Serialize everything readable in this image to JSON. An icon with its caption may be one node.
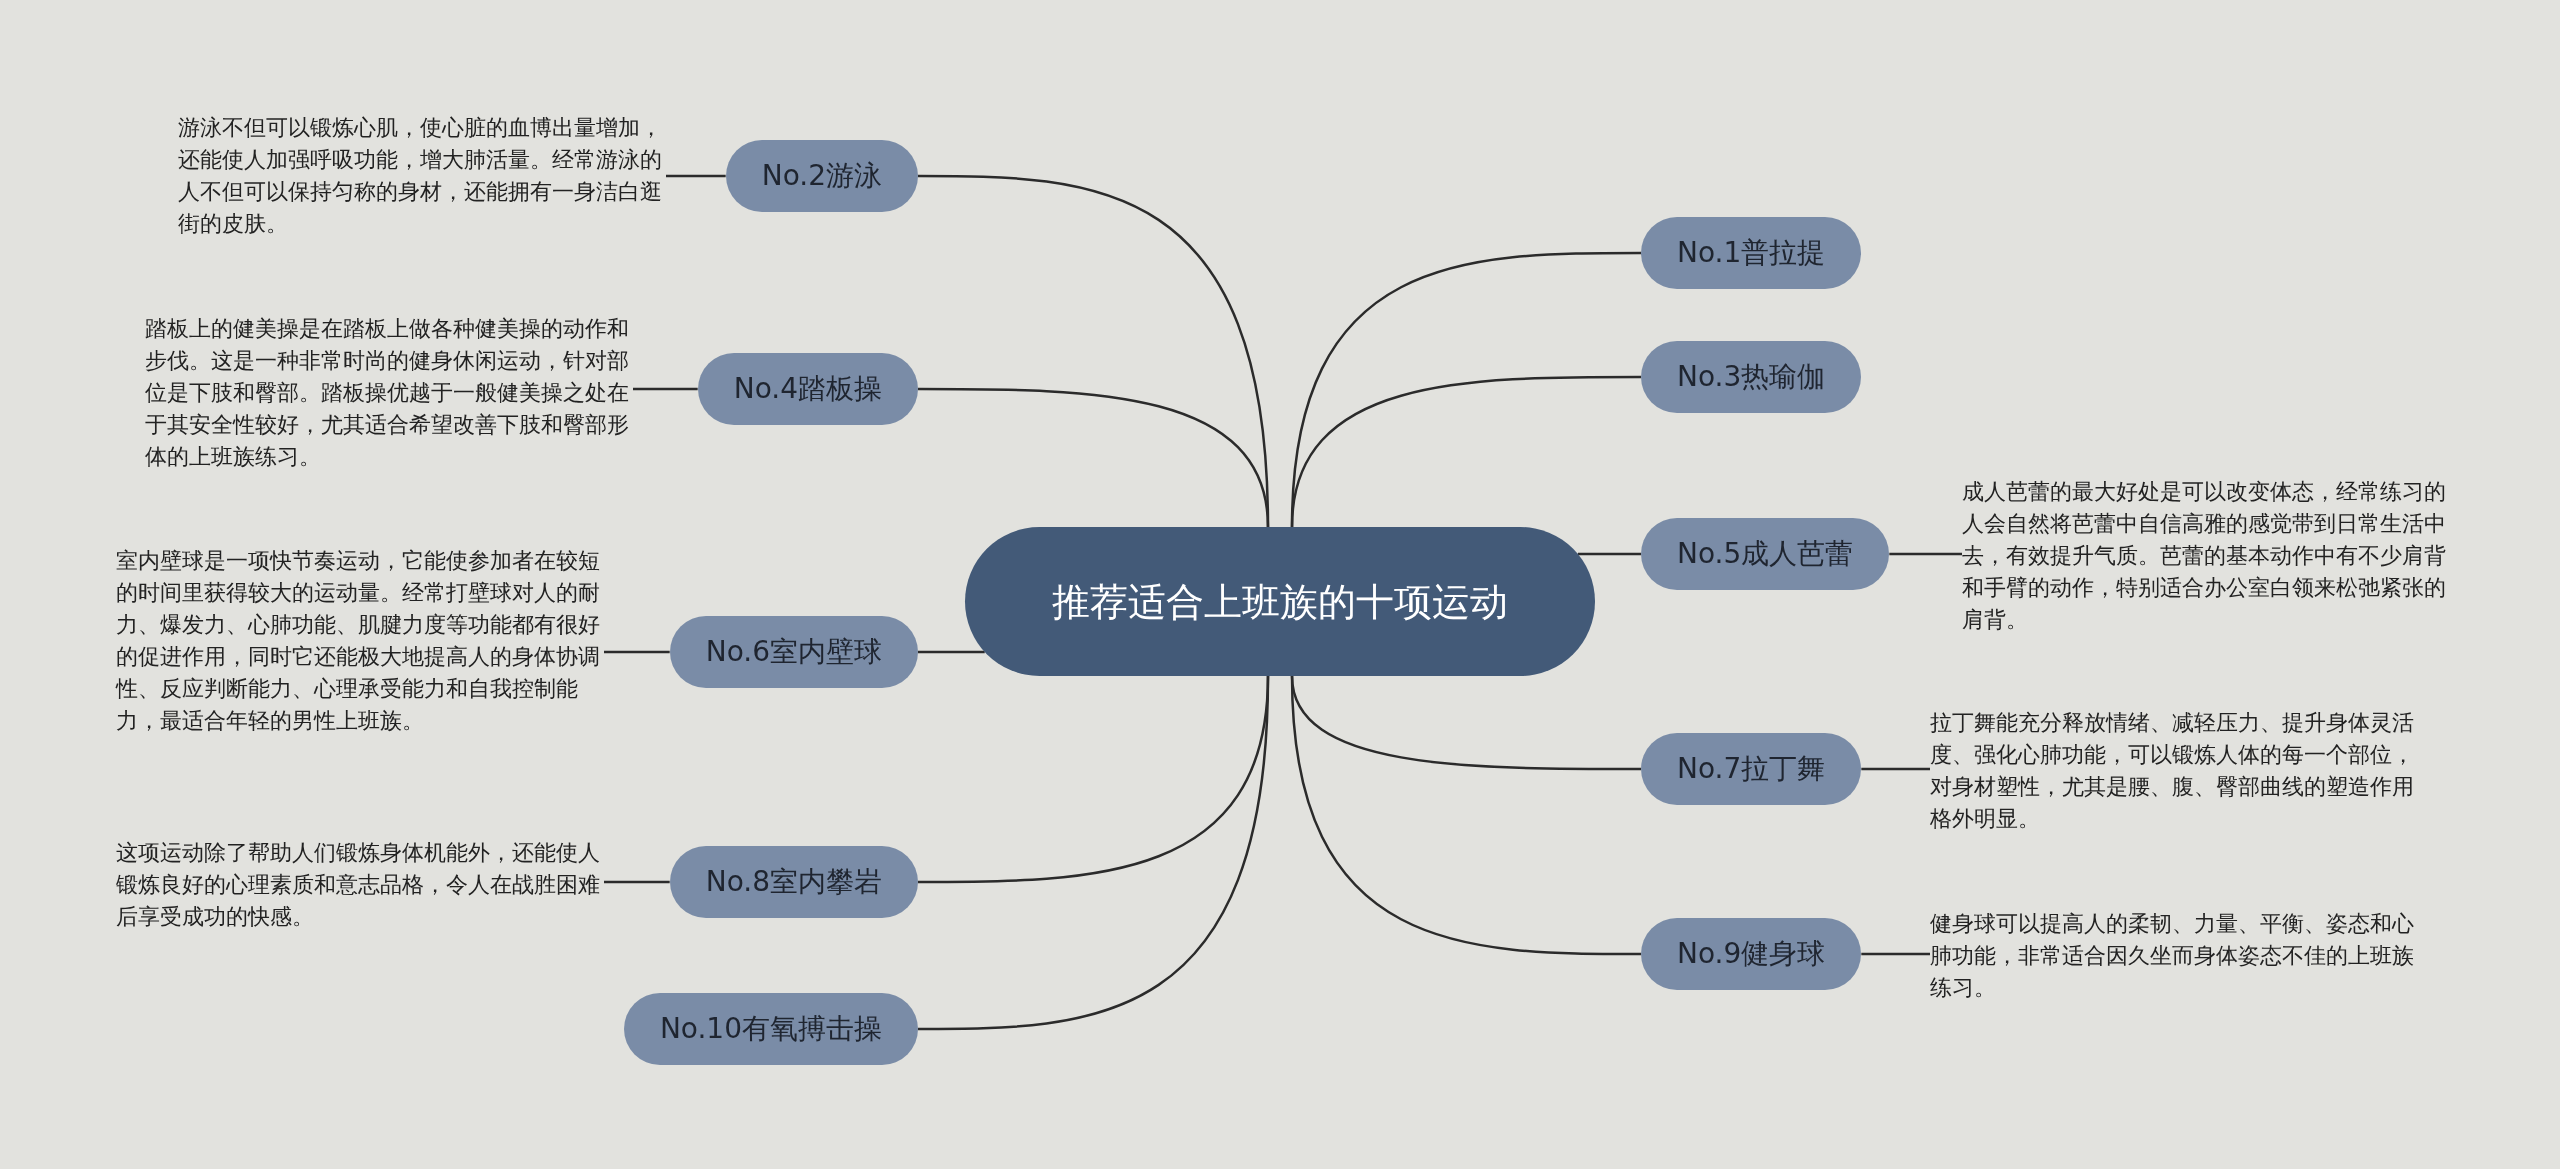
{
  "diagram": {
    "nodes": [
      {
        "text": [
          "推荐适合上班族的十项运动"
        ]
      },
      {
        "text": [
          "No.1普拉提"
        ]
      },
      {
        "text": [
          "No.2游泳"
        ]
      },
      {
        "text": [
          "No.3热瑜伽"
        ]
      },
      {
        "text": [
          "No.4踏板操"
        ]
      },
      {
        "text": [
          "No.5成人芭蕾"
        ]
      },
      {
        "text": [
          "No.6室内壁球"
        ]
      },
      {
        "text": [
          "No.7拉丁舞"
        ]
      },
      {
        "text": [
          "No.8室内攀岩"
        ]
      },
      {
        "text": [
          "No.9健身球"
        ]
      },
      {
        "text": [
          "No.10有氧搏击操"
        ]
      },
      {
        "text": [
          "游泳不但可以锻炼心肌，使心脏的血博出量增加，还能使人加强呼吸功能，增大肺活量。经常游泳的人不但可以保持匀称的身材，还能拥有一身洁白逛街的皮肤。"
        ]
      },
      {
        "text": [
          "踏板上的健美操是在踏板上做各种健美操的动作和步伐。这是一种非常时尚的健身休闲运动，针对部位是下肢和臀部。踏板操优越于一般健美操之处在于其安全性较好，尤其适合希望改善下肢和臀部形体的上班族练习。"
        ]
      },
      {
        "text": [
          "成人芭蕾的最大好处是可以改变体态，经常练习的人会自然将芭蕾中自信高雅的感觉带到日常生活中去，有效提升气质。芭蕾的基本动作中有不少肩背和手臂的动作，特别适合办公室白领来松弛紧张的肩背。"
        ]
      },
      {
        "text": [
          "室内壁球是一项快节奏运动，它能使参加者在较短的时间里获得较大的运动量。经常打壁球对人的耐力、爆发力、心肺功能、肌腱力度等功能都有很好的促进作用，同时它还能极大地提高人的身体协调性、反应判断能力、心理承受能力和自我控制能力，最适合年轻的男性上班族。"
        ]
      },
      {
        "text": [
          "拉丁舞能充分释放情绪、减轻压力、提升身体灵活度、强化心肺功能，可以锻炼人体的每一个部位，对身材塑性，尤其是腰、腹、臀部曲线的塑造作用格外明显。"
        ]
      },
      {
        "text": [
          "这项运动除了帮助人们锻炼身体机能外，还能使人锻炼良好的心理素质和意志品格，令人在战胜困难后享受成功的快感。"
        ]
      },
      {
        "text": [
          "健身球可以提高人的柔韧、力量、平衡、姿态和心肺功能，非常适合因久坐而身体姿态不佳的上班族练习。"
        ]
      }
    ],
    "edges": [
      {
        "from": 0,
        "to": 1,
        "arrow": "none"
      },
      {
        "from": 0,
        "to": 2,
        "arrow": "none"
      },
      {
        "from": 0,
        "to": 3,
        "arrow": "none"
      },
      {
        "from": 0,
        "to": 4,
        "arrow": "none"
      },
      {
        "from": 0,
        "to": 5,
        "arrow": "none"
      },
      {
        "from": 0,
        "to": 6,
        "arrow": "none"
      },
      {
        "from": 0,
        "to": 7,
        "arrow": "none"
      },
      {
        "from": 0,
        "to": 8,
        "arrow": "none"
      },
      {
        "from": 0,
        "to": 9,
        "arrow": "none"
      },
      {
        "from": 0,
        "to": 10,
        "arrow": "none"
      },
      {
        "from": 2,
        "to": 11,
        "arrow": "none"
      },
      {
        "from": 4,
        "to": 12,
        "arrow": "none"
      },
      {
        "from": 5,
        "to": 13,
        "arrow": "none"
      },
      {
        "from": 6,
        "to": 14,
        "arrow": "none"
      },
      {
        "from": 7,
        "to": 15,
        "arrow": "none"
      },
      {
        "from": 8,
        "to": 16,
        "arrow": "none"
      },
      {
        "from": 9,
        "to": 17,
        "arrow": "none"
      }
    ]
  }
}
